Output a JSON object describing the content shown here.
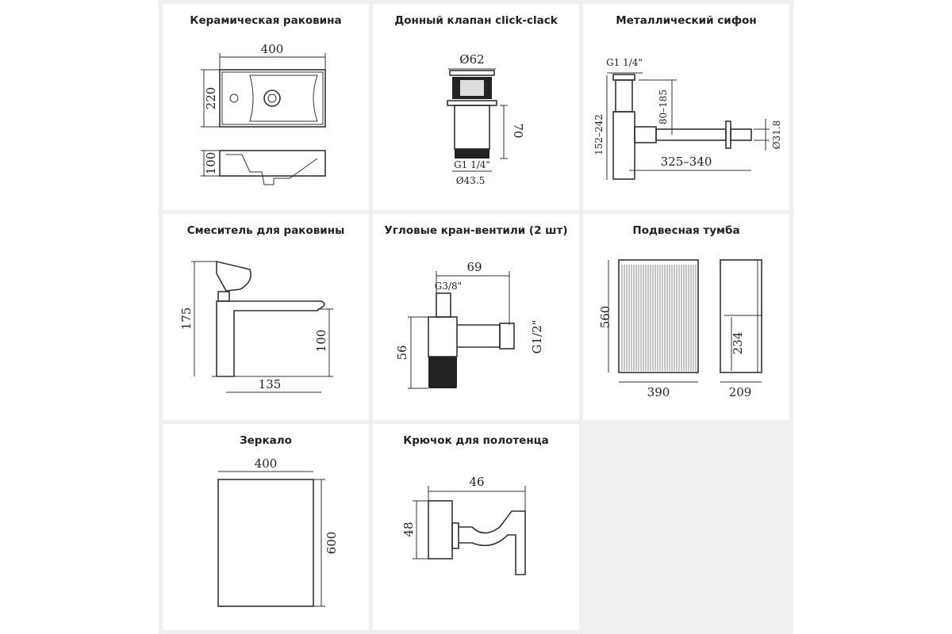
{
  "panels": [
    {
      "title": "Керамическая раковина",
      "dims": {
        "width": "400",
        "depth": "220",
        "height": "100"
      }
    },
    {
      "title": "Донный клапан click-clack",
      "dims": {
        "diameter_top": "Ø62",
        "height": "70",
        "thread": "G1 1/4\"",
        "diameter_bottom": "Ø43.5"
      }
    },
    {
      "title": "Металлический сифон",
      "dims": {
        "thread": "G1 1/4\"",
        "height": "152–242",
        "outlet_height": "80–185",
        "length": "325–340",
        "diameter": "Ø31.8"
      }
    },
    {
      "title": "Смеситель для раковины",
      "dims": {
        "height": "175",
        "spout_height": "100",
        "reach": "135"
      }
    },
    {
      "title": "Угловые кран-вентили (2 шт)",
      "dims": {
        "length": "69",
        "thread_in": "G3/8\"",
        "height": "56",
        "thread_out": "G1/2\""
      }
    },
    {
      "title": "Подвесная тумба",
      "dims": {
        "height": "560",
        "width": "390",
        "depth": "209",
        "shelf": "234"
      }
    },
    {
      "title": "Зеркало",
      "dims": {
        "width": "400",
        "height": "600"
      }
    },
    {
      "title": "Крючок для полотенца",
      "dims": {
        "length": "46",
        "height": "48"
      }
    }
  ]
}
